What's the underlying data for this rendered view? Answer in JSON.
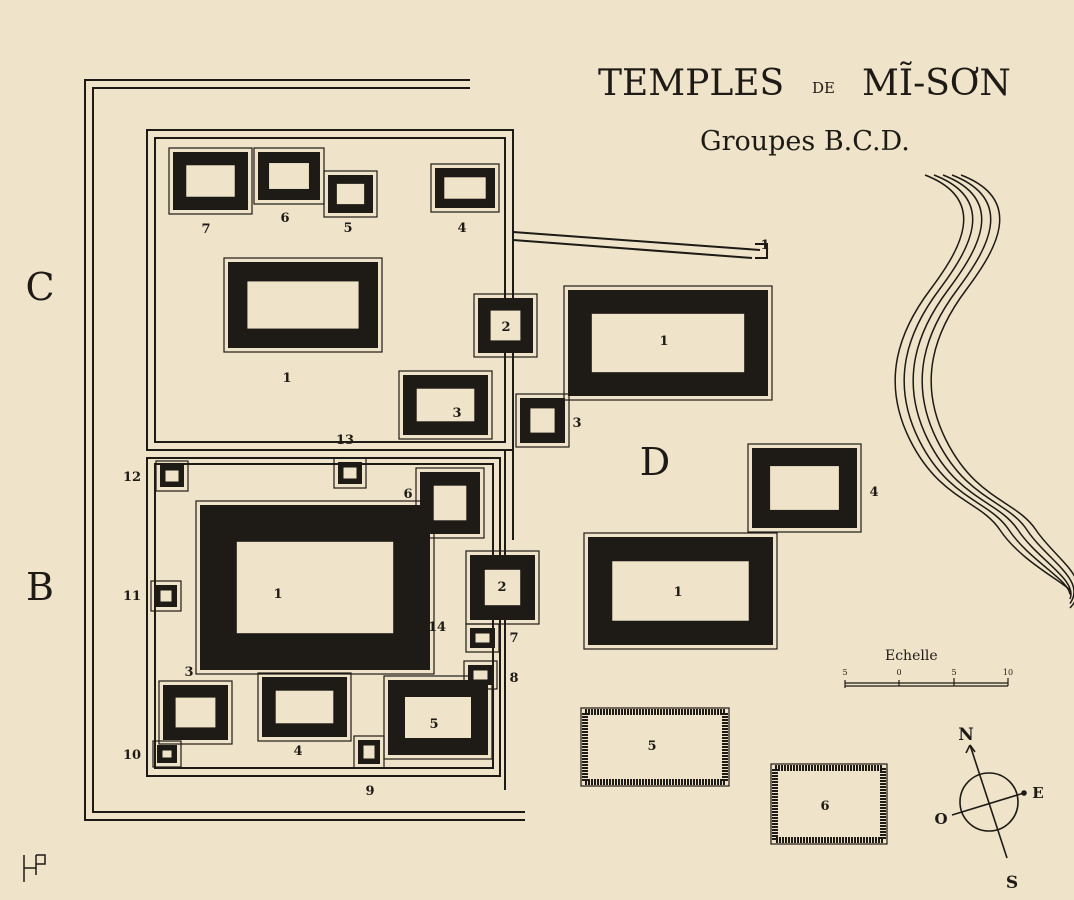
{
  "title": {
    "main_a": "TEMPLES",
    "main_de": "DE",
    "main_b": "MĨ-SƠN",
    "subtitle": "Groupes B.C.D."
  },
  "groups": {
    "C": "C",
    "B": "B",
    "D": "D"
  },
  "group_c": {
    "labels": [
      "7",
      "6",
      "5",
      "4",
      "1",
      "3",
      "13"
    ]
  },
  "group_b": {
    "labels": [
      "1",
      "2",
      "3",
      "4",
      "5",
      "6",
      "7",
      "8",
      "9",
      "10",
      "11",
      "12",
      "14"
    ]
  },
  "group_d": {
    "labels": [
      "1",
      "2",
      "3",
      "4",
      "1",
      "5",
      "6",
      "1"
    ]
  },
  "scale": {
    "label": "Echelle",
    "ticks": [
      "5",
      "0",
      "5",
      "10"
    ]
  },
  "compass": {
    "n": "N",
    "s": "S",
    "e": "E",
    "w": "O"
  },
  "monogram": "HP",
  "colors": {
    "paper": "#efe4c9",
    "ink": "#1e1a16"
  }
}
